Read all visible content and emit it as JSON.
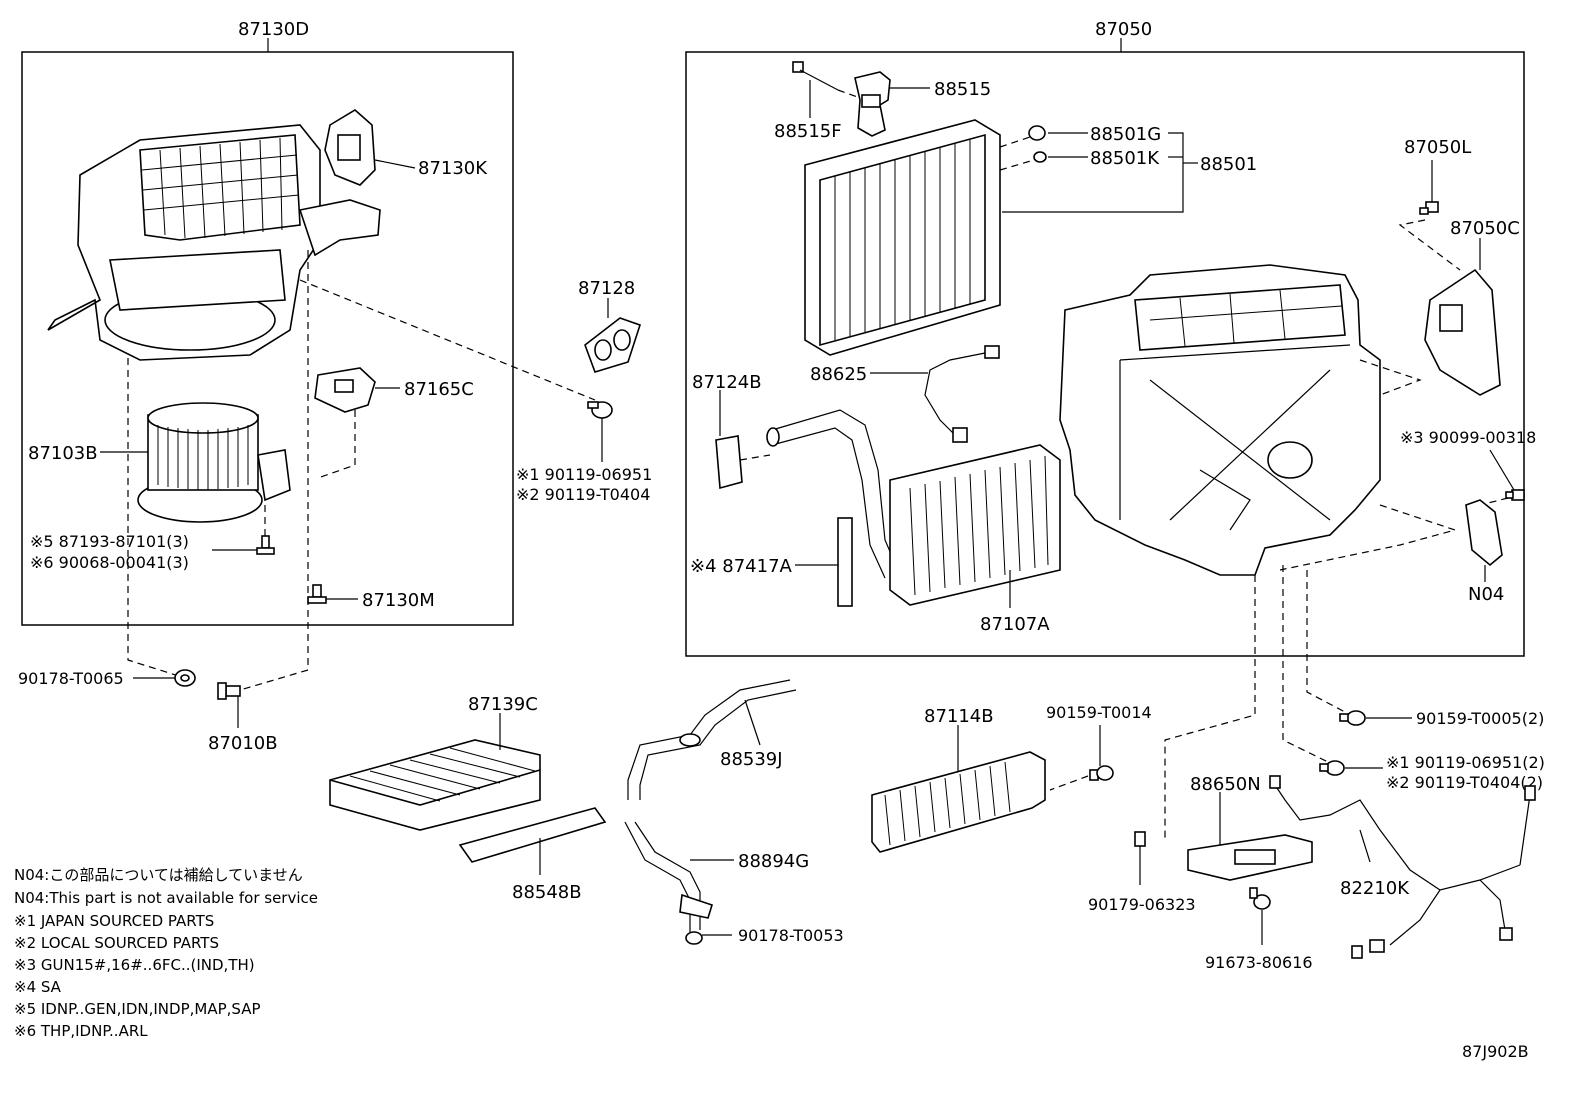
{
  "groups": {
    "left_box": "87130D",
    "right_box": "87050"
  },
  "labels": {
    "p87130K": "87130K",
    "p87165C": "87165C",
    "p87103B": "87103B",
    "p87130M": "87130M",
    "p87193_1": "※5 87193-87101(3)",
    "p87193_2": "※6 90068-00041(3)",
    "p90178_T0065": "90178-T0065",
    "p87010B": "87010B",
    "p87128": "87128",
    "p90119_1": "※1 90119-06951",
    "p90119_2": "※2 90119-T0404",
    "p88515": "88515",
    "p88515F": "88515F",
    "p88501G": "88501G",
    "p88501K": "88501K",
    "p88501": "88501",
    "p88625": "88625",
    "p87124B": "87124B",
    "p87417A": "※4 87417A",
    "p87107A": "87107A",
    "p87050L": "87050L",
    "p87050C": "87050C",
    "p90099": "※3 90099-00318",
    "pN04": "N04",
    "p87139C": "87139C",
    "p88548B": "88548B",
    "p88539J": "88539J",
    "p88894G": "88894G",
    "p90178_T0053": "90178-T0053",
    "p87114B": "87114B",
    "p90159_T0014": "90159-T0014",
    "p90159_T0005": "90159-T0005(2)",
    "p90119_r1": "※1 90119-06951(2)",
    "p90119_r2": "※2 90119-T0404(2)",
    "p88650N": "88650N",
    "p90179": "90179-06323",
    "p91673": "91673-80616",
    "p82210K": "82210K"
  },
  "notes": [
    "N04:この部品については補給していません",
    "N04:This part is not available for service",
    "※1 JAPAN SOURCED PARTS",
    "※2 LOCAL SOURCED PARTS",
    "※3 GUN15#,16#..6FC..(IND,TH)",
    "※4 SA",
    "※5 IDNP..GEN,IDN,INDP,MAP,SAP",
    "※6 THP,IDNP..ARL"
  ],
  "diagram_code": "87J902B"
}
